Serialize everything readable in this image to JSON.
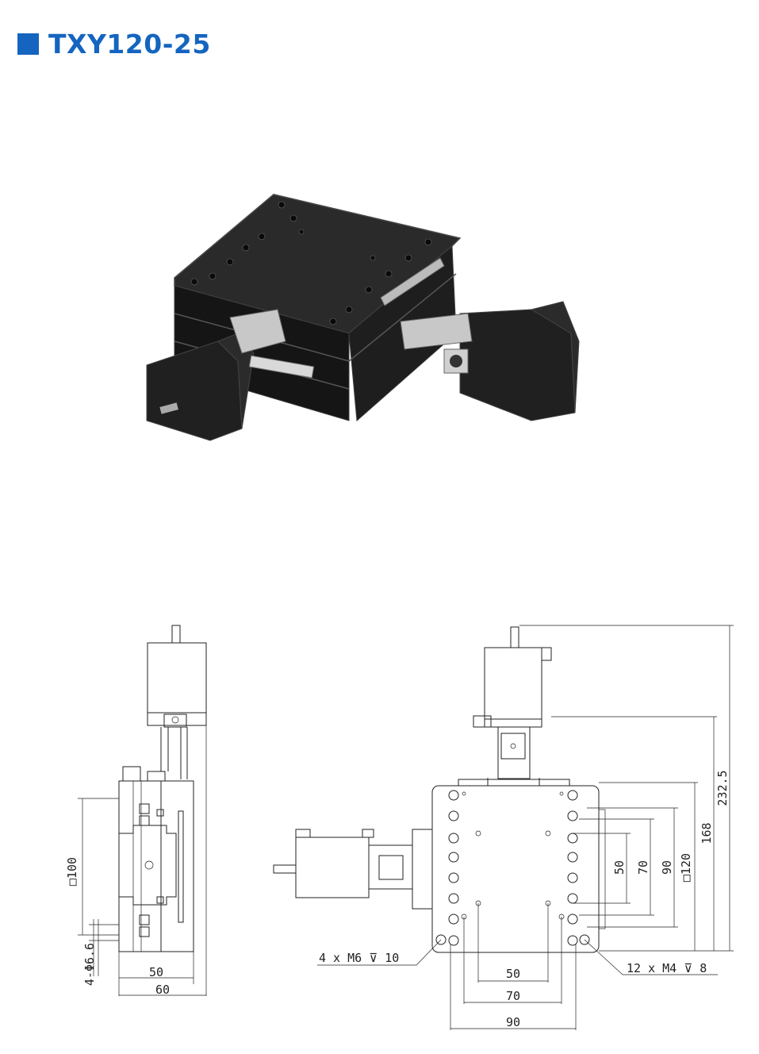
{
  "title": "TXY120-25",
  "colors": {
    "accent": "#1565c0",
    "metal": "#1b1b1b",
    "edge": "#3a3a3a"
  },
  "side_view": {
    "dims": {
      "height": "□100",
      "holes": "4-Φ6.6",
      "width_inner": "50",
      "width_outer": "60"
    }
  },
  "top_view": {
    "dims": {
      "overall_length": "232.5",
      "motor_offset": "168",
      "square": "□120",
      "v90": "90",
      "v70": "70",
      "v50": "50",
      "h50": "50",
      "h70": "70",
      "h90": "90"
    },
    "callouts": {
      "left": "4 x  M6 ⊽ 10",
      "right": "12 x  M4 ⊽ 8"
    }
  }
}
